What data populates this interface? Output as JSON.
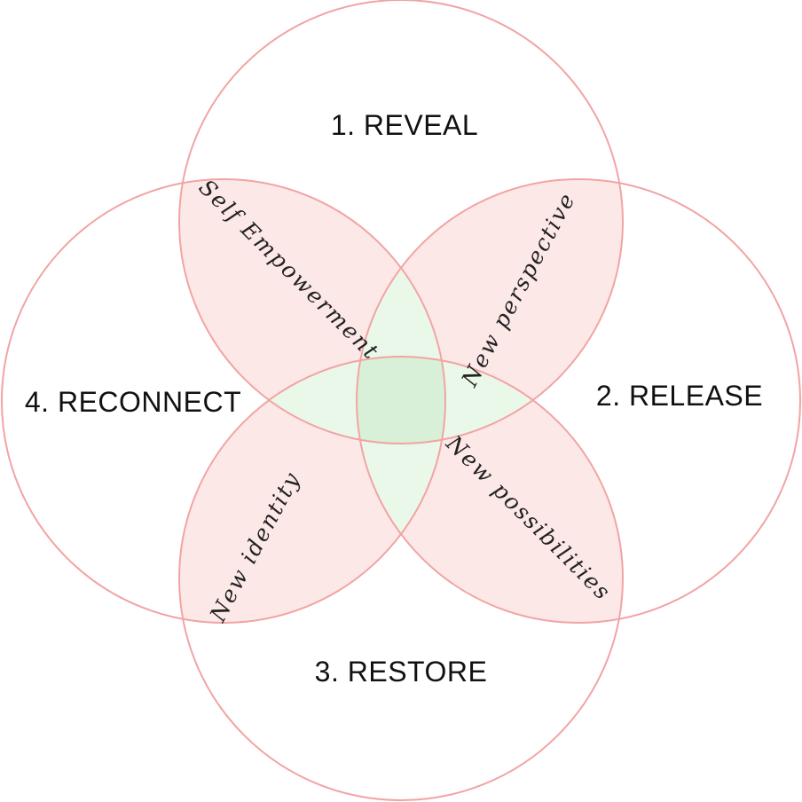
{
  "colors": {
    "outline": "#f2a4a4",
    "petal_fill": "#fde8e8",
    "center_fill": "#eaf8ea",
    "core_fill": "#d7f0d7",
    "background": "#ffffff"
  },
  "circles": [
    {
      "name": "reveal",
      "label": "1.   REVEAL"
    },
    {
      "name": "release",
      "label": "2. RELEASE"
    },
    {
      "name": "restore",
      "label": "3.  RESTORE"
    },
    {
      "name": "reconnect",
      "label": "4. RECONNECT"
    }
  ],
  "overlaps": [
    {
      "name": "self-empowerment",
      "text": "Self Empowerment"
    },
    {
      "name": "new-perspective",
      "text": "New perspective"
    },
    {
      "name": "new-possibilities",
      "text": "New possibilities"
    },
    {
      "name": "new-identity",
      "text": "New identity"
    }
  ]
}
